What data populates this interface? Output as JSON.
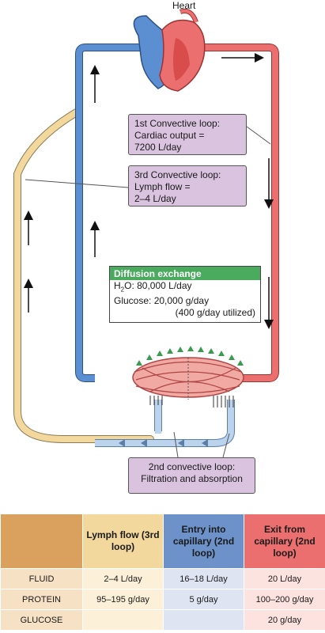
{
  "heart_label": "Heart",
  "loop1": {
    "line1": "1st Convective loop:",
    "line2": "Cardiac output =",
    "line3": "7200 L/day"
  },
  "loop3": {
    "line1": "3rd Convective loop:",
    "line2": "Lymph flow =",
    "line3": "2–4 L/day"
  },
  "diffusion": {
    "title": "Diffusion exchange",
    "water_prefix": "H",
    "water_sub": "2",
    "water_suffix": "O: 80,000 L/day",
    "glucose": "Glucose: 20,000 g/day",
    "utilized": "(400 g/day utilized)"
  },
  "loop2": {
    "line1": "2nd convective loop:",
    "line2": "Filtration and absorption"
  },
  "table": {
    "headers": [
      "",
      "Lymph flow (3rd loop)",
      "Entry into capillary (2nd loop)",
      "Exit from capillary (2nd loop)"
    ],
    "rows": [
      {
        "label": "FLUID",
        "values": [
          "2–4 L/day",
          "16–18 L/day",
          "20 L/day"
        ]
      },
      {
        "label": "PROTEIN",
        "values": [
          "95–195 g/day",
          "5 g/day",
          "100–200 g/day"
        ]
      },
      {
        "label": "GLUCOSE",
        "values": [
          "",
          "",
          "20 g/day"
        ]
      }
    ]
  },
  "colors": {
    "arterial": "#ec6f6f",
    "venous": "#5b8fd1",
    "lymph": "#f3d89e",
    "diffusion": "#4aaa5e",
    "callout": "#d9c3df"
  }
}
